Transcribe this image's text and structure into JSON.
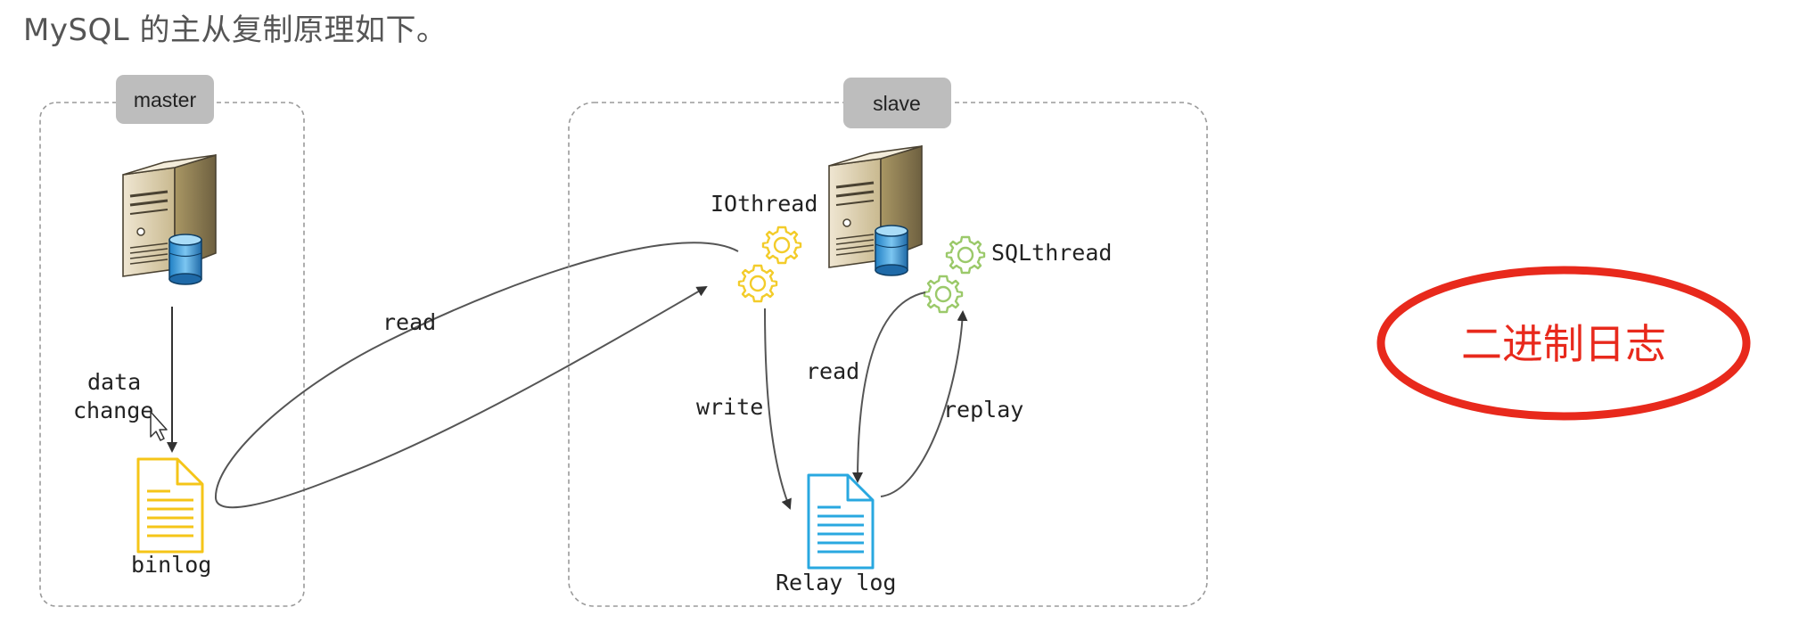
{
  "heading": "MySQL 的主从复制原理如下。",
  "master": {
    "tag": "master",
    "data_change_line1": "data",
    "data_change_line2": "change",
    "binlog_label": "binlog"
  },
  "slave": {
    "tag": "slave",
    "io_thread_label": "IOthread",
    "sql_thread_label": "SQLthread",
    "relay_log_label": "Relay log"
  },
  "edges": {
    "read_binlog": "read",
    "write_relay": "write",
    "read_relay": "read",
    "replay": "replay"
  },
  "annotation": {
    "text": "二进制日志",
    "color": "#e8291c"
  },
  "colors": {
    "binlog_icon": "#f5c518",
    "relay_icon": "#29a8e0",
    "io_gear": "#f3cc2a",
    "sql_gear": "#9bc96a",
    "tag_bg": "#bdbdbd",
    "dashed_border": "#9a9a9a"
  },
  "icons": [
    "server-database-icon",
    "document-icon",
    "gear-icon"
  ]
}
